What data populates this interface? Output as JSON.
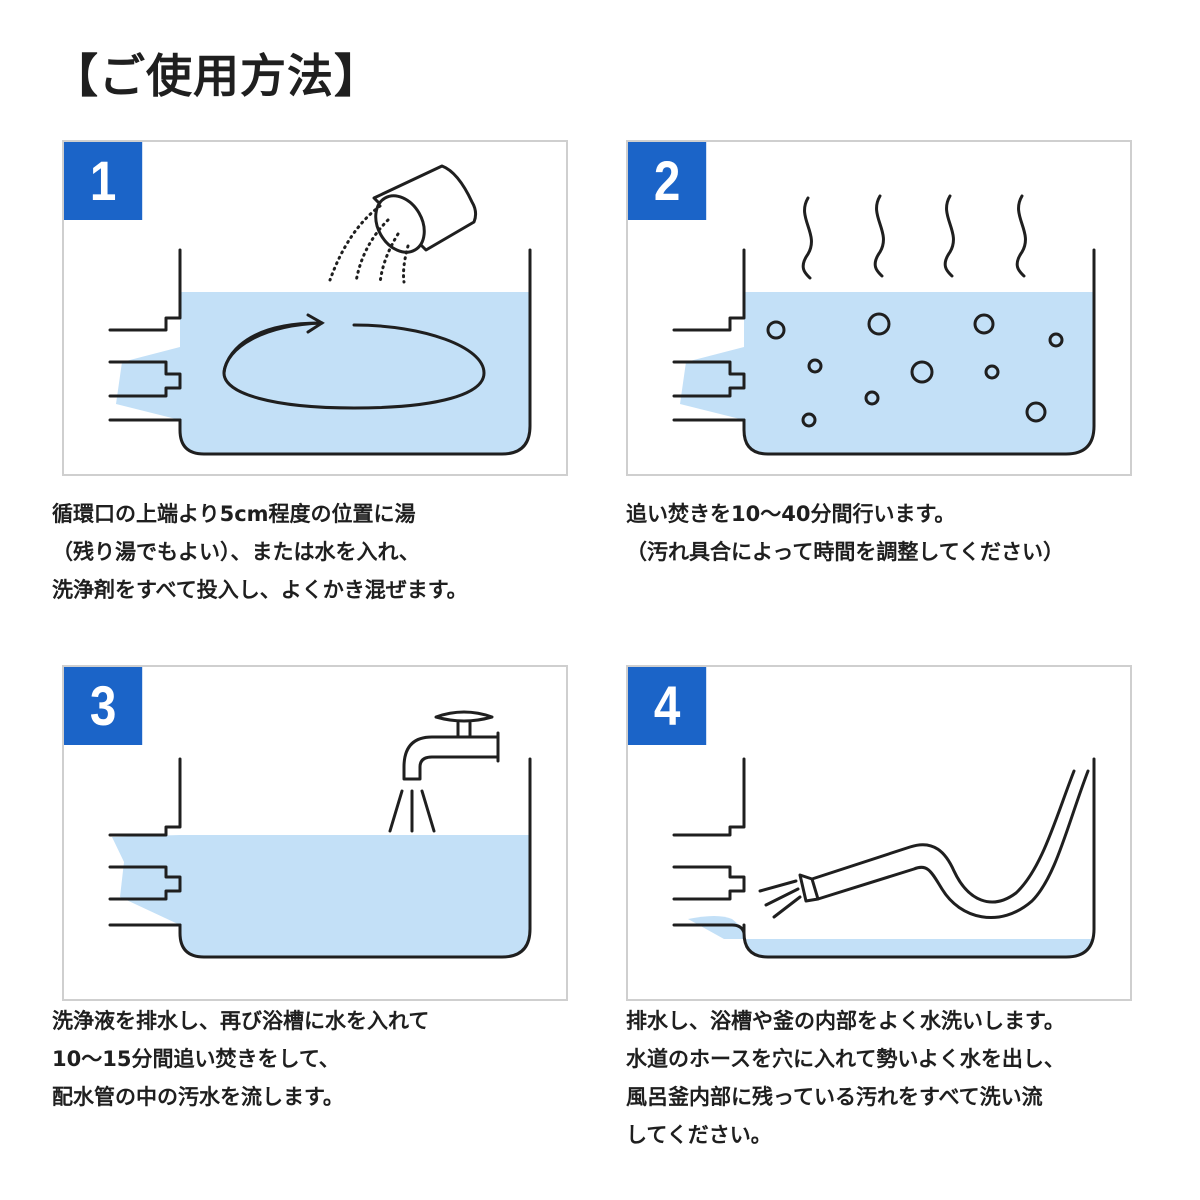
{
  "title": "【ご使用方法】",
  "colors": {
    "accent": "#1b64c8",
    "water": "#c3e0f7",
    "line": "#1f1f1f",
    "border": "#cfcfcf"
  },
  "steps": [
    {
      "number": "1",
      "lines": [
        "循環口の上端より5cm程度の位置に湯",
        "（残り湯でもよい）、または水を入れ、",
        "洗浄剤をすべて投入し、よくかき混ぜます。"
      ]
    },
    {
      "number": "2",
      "lines": [
        "追い焚きを10〜40分間行います。",
        "（汚れ具合によって時間を調整してください）"
      ]
    },
    {
      "number": "3",
      "lines": [
        "洗浄液を排水し、再び浴槽に水を入れて",
        "10〜15分間追い焚きをして、",
        "配水管の中の汚水を流します。"
      ]
    },
    {
      "number": "4",
      "lines": [
        "排水し、浴槽や釜の内部をよく水洗いします。",
        "水道のホースを穴に入れて勢いよく水を出し、",
        "風呂釜内部に残っている汚れをすべて洗い流",
        "してください。"
      ]
    }
  ]
}
